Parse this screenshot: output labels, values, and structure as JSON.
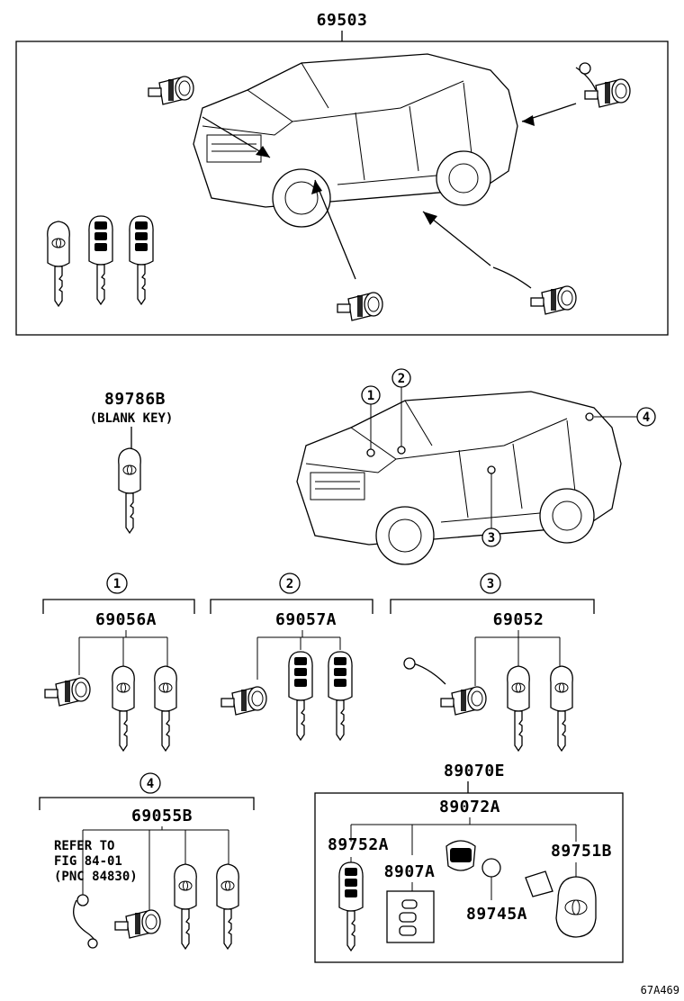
{
  "diagram_id": "67A469",
  "top_assembly": {
    "part_no": "69503"
  },
  "blank_key": {
    "part_no": "89786B",
    "note": "(BLANK KEY)"
  },
  "locations": [
    {
      "num": "1",
      "part_no": "69056A"
    },
    {
      "num": "2",
      "part_no": "69057A"
    },
    {
      "num": "3",
      "part_no": "69052"
    },
    {
      "num": "4",
      "part_no": "69055B"
    }
  ],
  "refer_note": [
    "REFER TO",
    "FIG 84-01",
    "(PNC 84830)"
  ],
  "transmitter": {
    "assembly": "89070E",
    "sub_assembly": "89072A",
    "parts": [
      "89752A",
      "8907A",
      "89745A",
      "89751B"
    ]
  }
}
